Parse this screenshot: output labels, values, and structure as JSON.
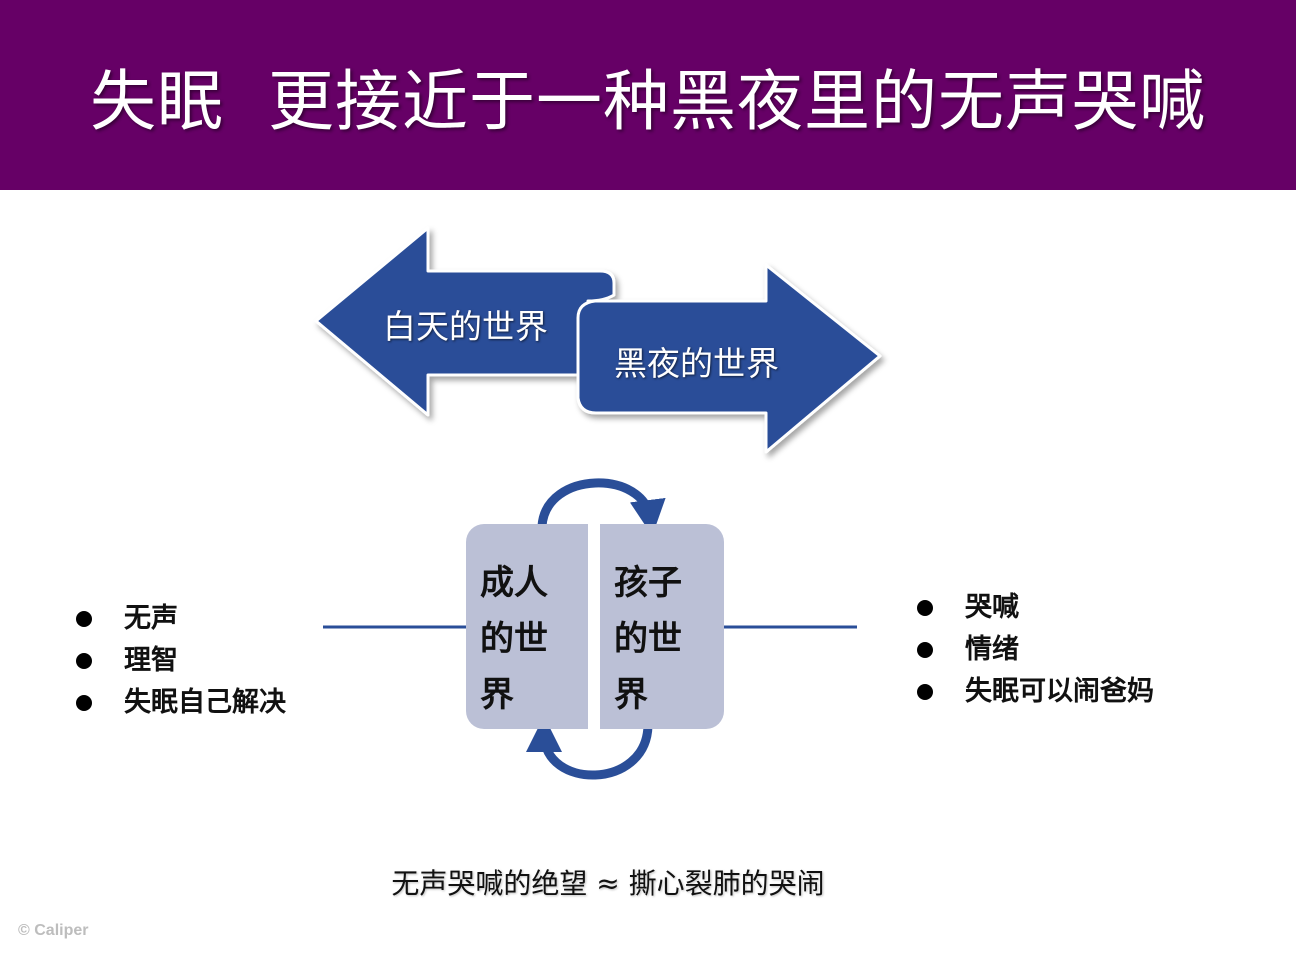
{
  "title": "失眠  更接近于一种黑夜里的无声哭喊",
  "arrows": {
    "left_label": "白天的世界",
    "right_label": "黑夜的世界",
    "color": "#2a4e98"
  },
  "panels": {
    "left": [
      "成人",
      "的世",
      "界"
    ],
    "right": [
      "孩子",
      "的世",
      "界"
    ],
    "color": "#bbc0d6"
  },
  "left_bullets": [
    "无声",
    "理智",
    "失眠自己解决"
  ],
  "right_bullets": [
    "哭喊",
    "情绪",
    "失眠可以闹爸妈"
  ],
  "footer": "无声哭喊的绝望 ≈ 撕心裂肺的哭闹",
  "copyright": "© Caliper",
  "colors": {
    "title_bar": "#660066",
    "connector": "#2a4e98"
  }
}
